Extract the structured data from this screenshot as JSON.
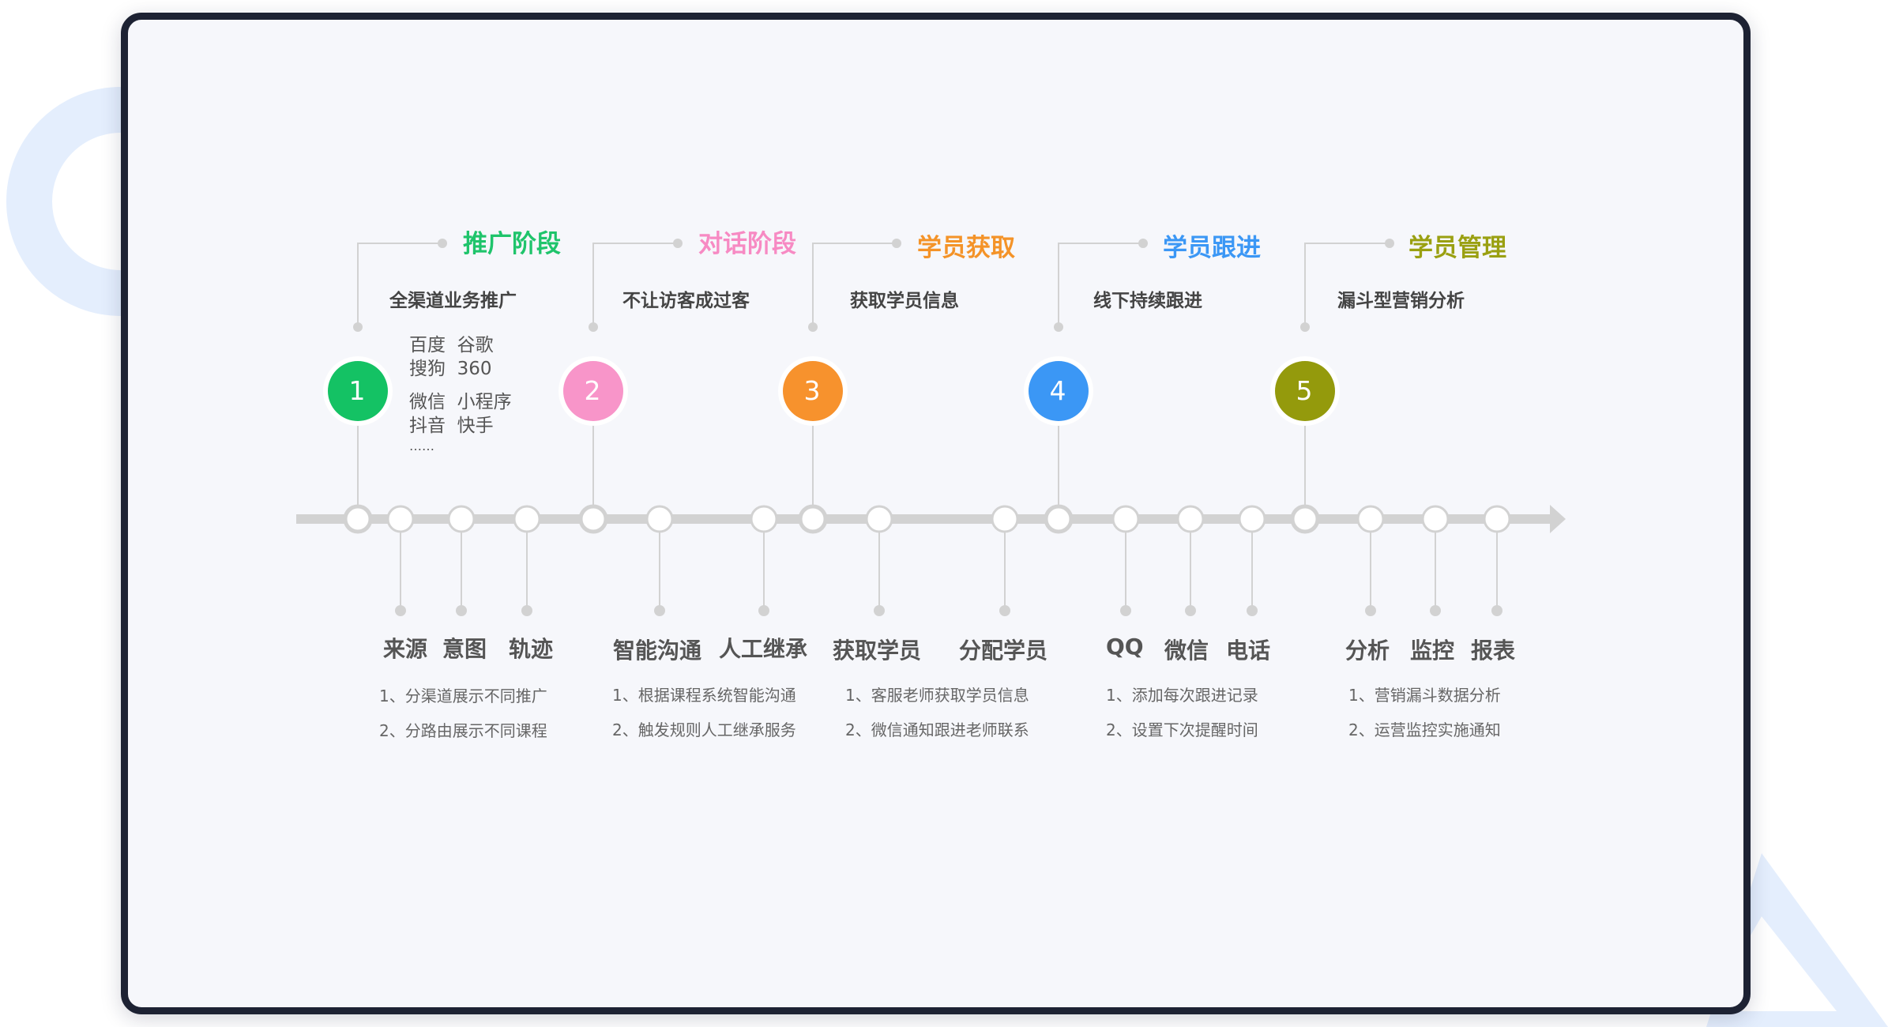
{
  "stages": [
    {
      "num": "1",
      "title": "推广阶段",
      "desc": "全渠道业务推广",
      "color": "#14c264",
      "title_color": "#1fc46b"
    },
    {
      "num": "2",
      "title": "对话阶段",
      "desc": "不让访客成过客",
      "color": "#f895c9",
      "title_color": "#f78ac3"
    },
    {
      "num": "3",
      "title": "学员获取",
      "desc": "获取学员信息",
      "color": "#f7922d",
      "title_color": "#f49328"
    },
    {
      "num": "4",
      "title": "学员跟进",
      "desc": "线下持续跟进",
      "color": "#3b97f5",
      "title_color": "#3b97f5"
    },
    {
      "num": "5",
      "title": "学员管理",
      "desc": "漏斗型营销分析",
      "color": "#949a0c",
      "title_color": "#9aa011"
    }
  ],
  "channels": {
    "group1": [
      "百度  谷歌",
      "搜狗  360"
    ],
    "group2": [
      "微信  小程序",
      "抖音  快手"
    ],
    "more": "……"
  },
  "labels": {
    "source": "来源",
    "intent": "意图",
    "track": "轨迹",
    "smart_chat": "智能沟通",
    "manual": "人工继承",
    "get_student": "获取学员",
    "assign": "分配学员",
    "qq": "QQ",
    "wechat": "微信",
    "phone": "电话",
    "analysis": "分析",
    "monitor": "监控",
    "report": "报表"
  },
  "notes": {
    "group1": [
      "1、分渠道展示不同推广",
      "2、分路由展示不同课程"
    ],
    "group2": [
      "1、根据课程系统智能沟通",
      "2、触发规则人工继承服务"
    ],
    "group3": [
      "1、客服老师获取学员信息",
      "2、微信通知跟进老师联系"
    ],
    "group4": [
      "1、添加每次跟进记录",
      "2、设置下次提醒时间"
    ],
    "group5": [
      "1、营销漏斗数据分析",
      "2、运营监控实施通知"
    ]
  },
  "colors": {
    "line": "#d2d2d2",
    "frame": "#1d2233",
    "panel": "#f6f7fb",
    "deco": "#e4eefd"
  }
}
